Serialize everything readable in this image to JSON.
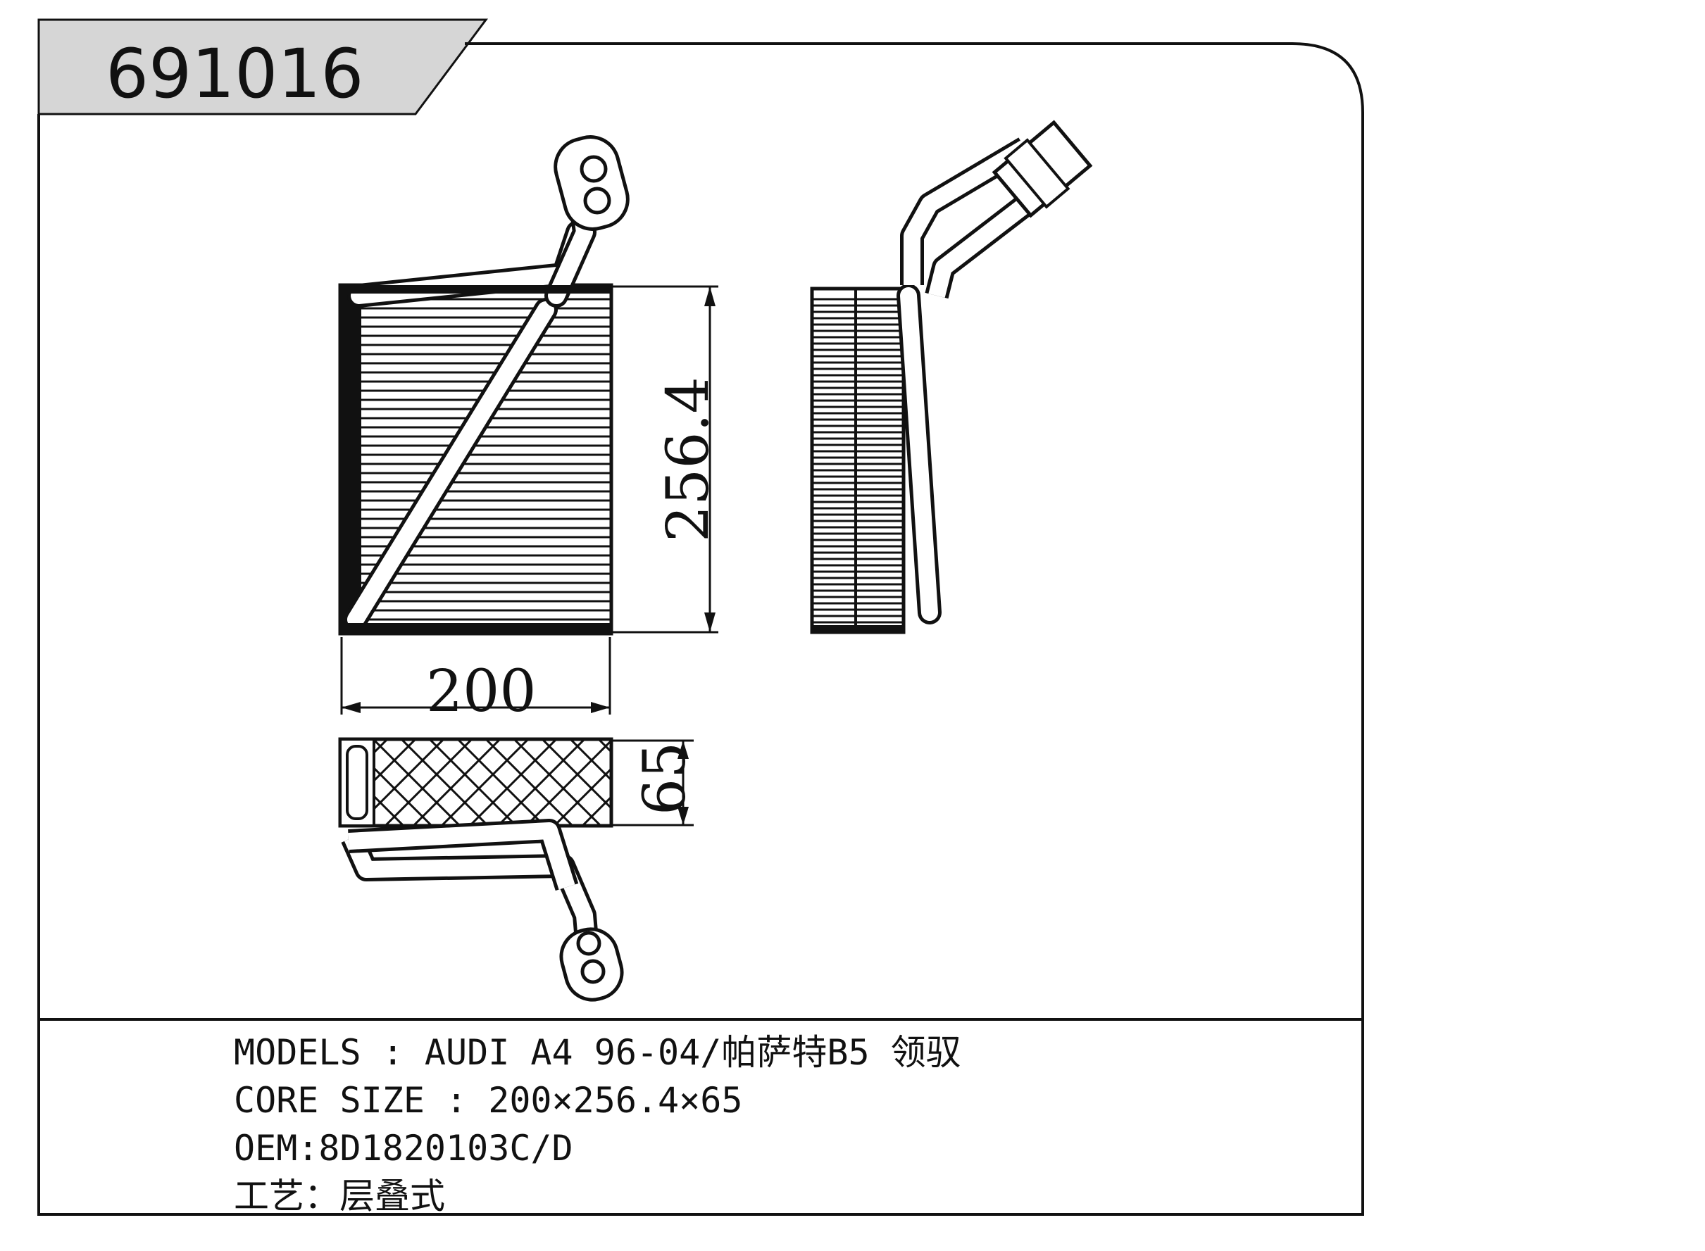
{
  "part_number": "691016",
  "dimensions": {
    "width": "200",
    "height": "256.4",
    "depth": "65"
  },
  "specs": {
    "models": "MODELS : AUDI A4 96-04/帕萨特B5 领驭",
    "core_size": "CORE SIZE : 200×256.4×65",
    "oem": "OEM:8D1820103C/D",
    "process": "工艺：层叠式"
  }
}
